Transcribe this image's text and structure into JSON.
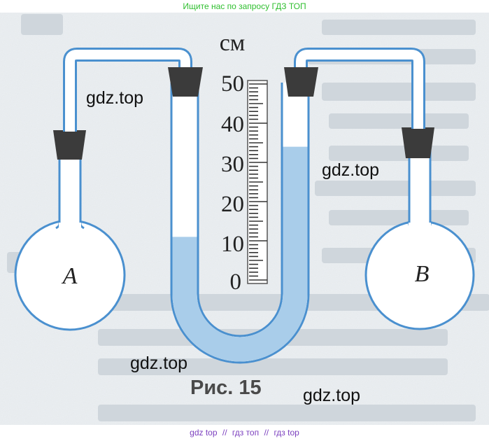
{
  "banner_top": "Ищите нас по запросу ГДЗ ТОП",
  "figure": {
    "unit_label": "см",
    "scale_labels": [
      "50",
      "40",
      "30",
      "20",
      "10",
      "0"
    ],
    "flask_a_label": "A",
    "flask_b_label": "B",
    "caption": "Рис. 15",
    "water_level_left_cm": 11,
    "water_level_right_cm": 34,
    "colors": {
      "tube": "#4a90cf",
      "water": "#a9cdea",
      "stopper": "#3b3b3b",
      "background": "#e9eef2"
    }
  },
  "watermarks": [
    "gdz.top",
    "gdz.top",
    "gdz.top",
    "gdz.top"
  ],
  "banner_bottom": [
    "gdz top",
    "//",
    "гдз топ",
    "//",
    "гдз top"
  ]
}
